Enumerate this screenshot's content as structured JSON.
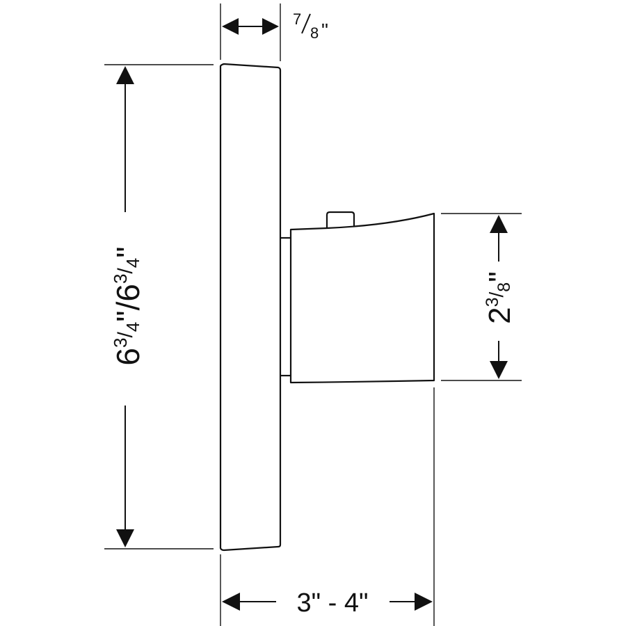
{
  "colors": {
    "line": "#111111",
    "background": "#ffffff"
  },
  "dimensions": {
    "depth": {
      "whole": "",
      "numerator": "7",
      "denominator": "8",
      "suffix": "\""
    },
    "plate_height": {
      "text_a_whole": "6",
      "text_a_numerator": "3",
      "text_a_denominator": "4",
      "separator": "\"/",
      "text_b_whole": "6",
      "text_b_numerator": "3",
      "text_b_denominator": "4",
      "suffix": "\""
    },
    "handle_height": {
      "whole": "2",
      "numerator": "3",
      "denominator": "8",
      "suffix": "\""
    },
    "projection": {
      "label": "3\" - 4\""
    }
  }
}
